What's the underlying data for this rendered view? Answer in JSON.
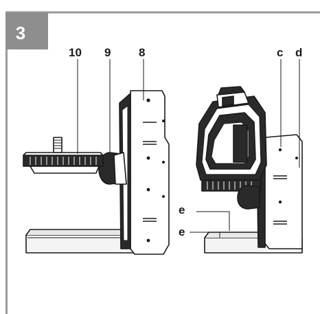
{
  "figure": {
    "step_number": "3",
    "frame_color": "#9a9a9a",
    "badge_color": "#8e8e8e"
  },
  "callouts": {
    "label_10": "10",
    "label_9": "9",
    "label_8": "8",
    "label_c": "c",
    "label_d": "d",
    "label_e_upper": "e",
    "label_e_lower": "e"
  }
}
